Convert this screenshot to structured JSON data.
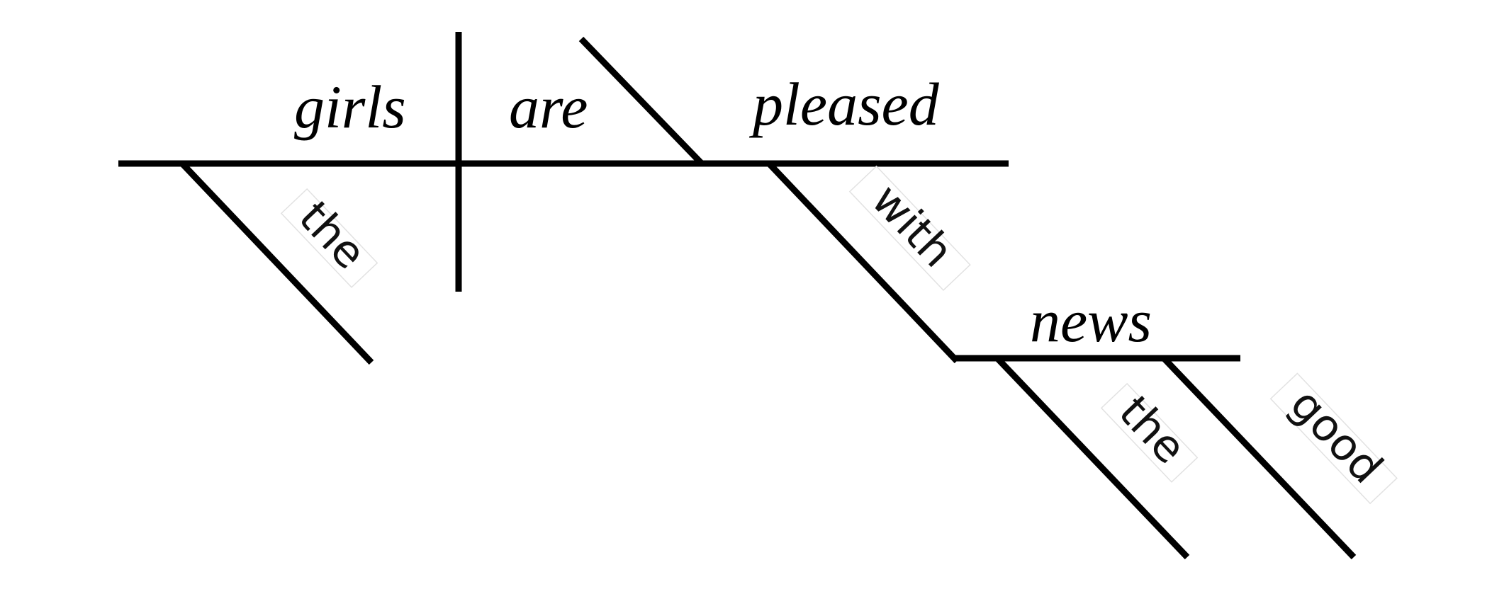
{
  "diagram": {
    "type": "sentence-diagram",
    "subject": {
      "word": "girls",
      "modifier": "the"
    },
    "verb": "are",
    "predicate_adjective": "pleased",
    "prepositional_phrase": {
      "preposition": "with",
      "object": "news",
      "object_modifiers": [
        "the",
        "good"
      ]
    }
  }
}
